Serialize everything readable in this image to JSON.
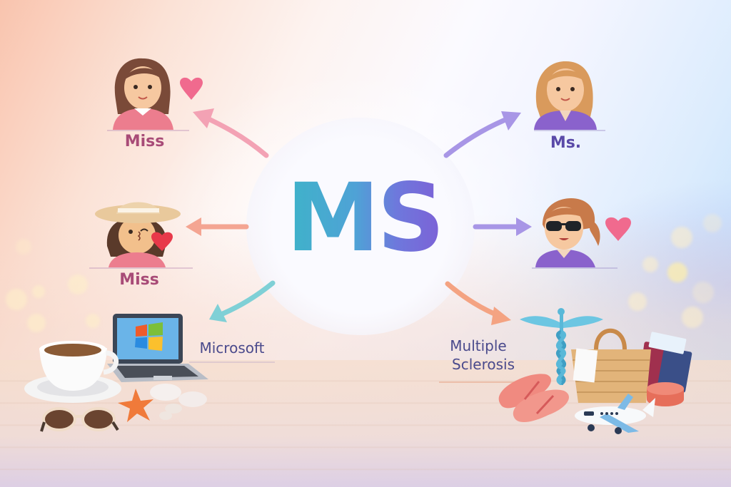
{
  "title": "MS",
  "title_gradient": [
    "#3db4c8",
    "#7e5fd6"
  ],
  "meanings": [
    {
      "id": "miss-1",
      "label": "Miss",
      "color": "#a84b77",
      "arrow_color": "#f3a2b4",
      "character": "girl-brown-hair-pink-sweater",
      "accessory": "heart"
    },
    {
      "id": "ms",
      "label": "Ms.",
      "color": "#5a4aa8",
      "arrow_color": "#a896e6",
      "character": "woman-blonde-purple-shirt"
    },
    {
      "id": "miss-2",
      "label": "Miss",
      "color": "#a84b77",
      "arrow_color": "#f4a592",
      "character": "girl-sunhat-blowing-kiss",
      "accessory": "kiss-heart"
    },
    {
      "id": "ms-sunglasses",
      "label": "",
      "color": "#5a4aa8",
      "arrow_color": "#a896e6",
      "character": "woman-ponytail-sunglasses",
      "accessory": "heart"
    },
    {
      "id": "microsoft",
      "label": "Microsoft",
      "color": "#4a4a8c",
      "arrow_color": "#7fd0d6",
      "object": "laptop-windows-logo"
    },
    {
      "id": "multiple-sclerosis",
      "label_lines": [
        "Multiple",
        "Sclerosis"
      ],
      "color": "#4a4a8c",
      "arrow_color": "#f4a382",
      "object": "caduceus"
    }
  ],
  "decor": {
    "left": [
      "coffee-cup",
      "saucer",
      "sunglasses",
      "starfish",
      "seashells"
    ],
    "right": [
      "flip-flops",
      "straw-bag",
      "towel",
      "passport",
      "boarding-pass",
      "toy-airplane",
      "round-case"
    ]
  }
}
